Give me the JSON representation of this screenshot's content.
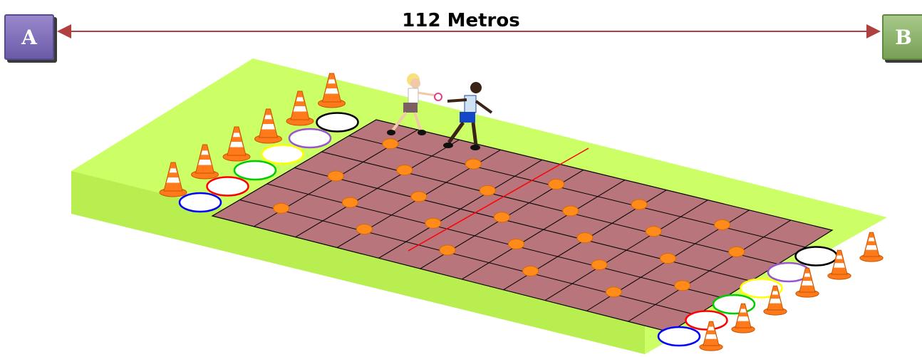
{
  "header": {
    "distance_label": "112 Metros",
    "start_label": "A",
    "end_label": "B"
  },
  "colors": {
    "grass": "#ccff66",
    "court": "#b8757c",
    "arrow": "#b04040",
    "centre_line": "#ff0000",
    "cone": "#ff7a1a",
    "ball": "#ff8c1a",
    "hoop_colors": [
      "#0000ff",
      "#ff0000",
      "#00cc00",
      "#ffff00",
      "#9955cc",
      "#000000"
    ]
  },
  "court": {
    "rows": 6,
    "columns": 11
  }
}
